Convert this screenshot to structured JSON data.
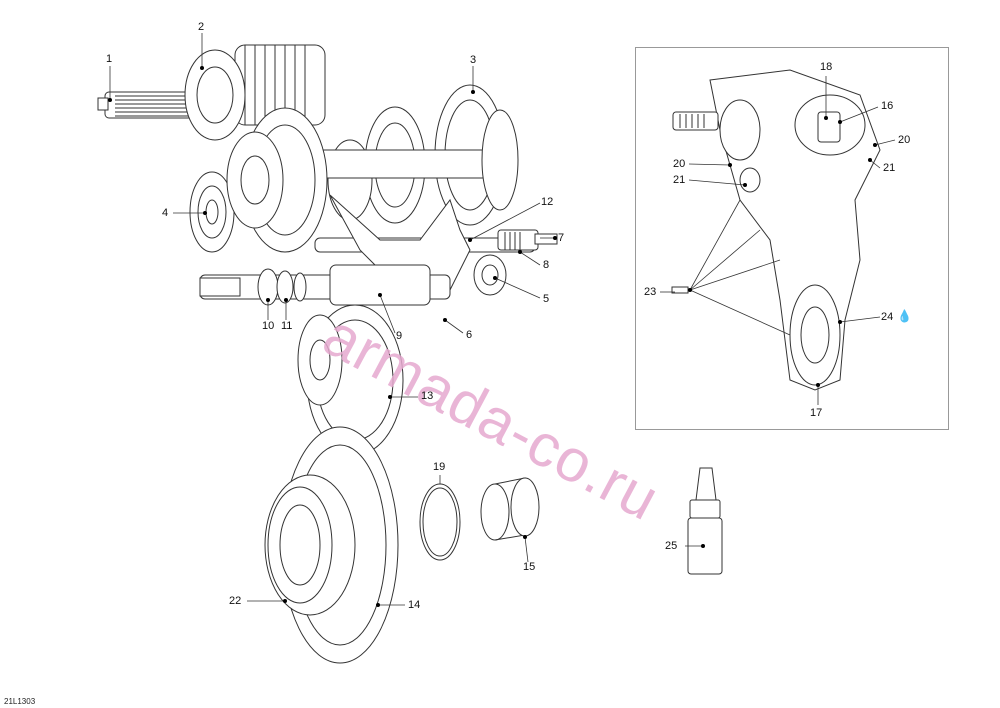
{
  "diagram": {
    "callouts": [
      "1",
      "2",
      "3",
      "4",
      "5",
      "6",
      "7",
      "8",
      "9",
      "10",
      "11",
      "12",
      "13",
      "14",
      "15",
      "16",
      "17",
      "18",
      "19",
      "20",
      "20",
      "21",
      "21",
      "22",
      "23",
      "24",
      "25"
    ],
    "figure_code": "21L1303",
    "watermark": "armada-co.ru"
  }
}
